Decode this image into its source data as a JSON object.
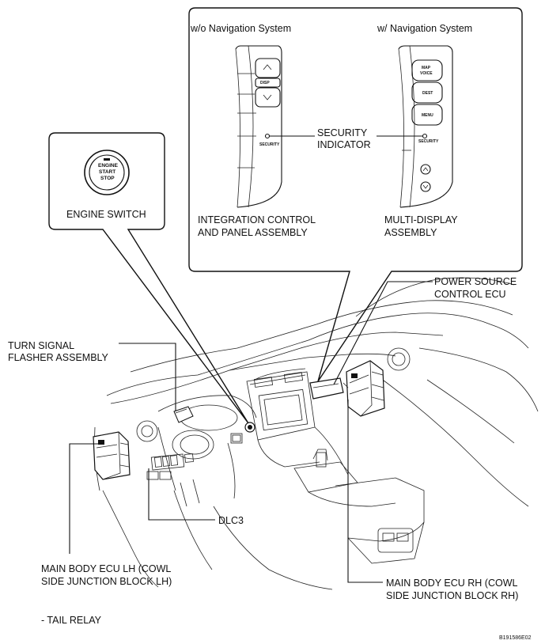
{
  "diagram": {
    "panel_headings": {
      "without_nav": "w/o Navigation System",
      "with_nav": "w/ Navigation System"
    },
    "labels": {
      "security_indicator_1": "SECURITY",
      "security_indicator_2": "INDICATOR",
      "integration_panel_1": "INTEGRATION CONTROL",
      "integration_panel_2": "AND PANEL ASSEMBLY",
      "multi_display_1": "MULTI-DISPLAY",
      "multi_display_2": "ASSEMBLY",
      "engine_switch": "ENGINE SWITCH",
      "power_source_1": "POWER SOURCE",
      "power_source_2": "CONTROL ECU",
      "turn_signal_1": "TURN SIGNAL",
      "turn_signal_2": "FLASHER ASSEMBLY",
      "dlc3": "DLC3",
      "main_body_lh_1": "MAIN BODY ECU LH (COWL",
      "main_body_lh_2": "SIDE JUNCTION BLOCK LH)",
      "main_body_rh_1": "MAIN BODY ECU RH (COWL",
      "main_body_rh_2": "SIDE JUNCTION BLOCK RH)",
      "tail_relay": "- TAIL RELAY",
      "figure_code": "B191586E02"
    },
    "engine_button_text": {
      "line1": "ENGINE",
      "line2": "START",
      "line3": "STOP"
    },
    "panel_button_text": {
      "security_small": "SECURITY",
      "map_voice_1": "MAP",
      "map_voice_2": "VOICE",
      "dest": "DEST",
      "menu": "MENU",
      "display_off": "DISP"
    }
  }
}
